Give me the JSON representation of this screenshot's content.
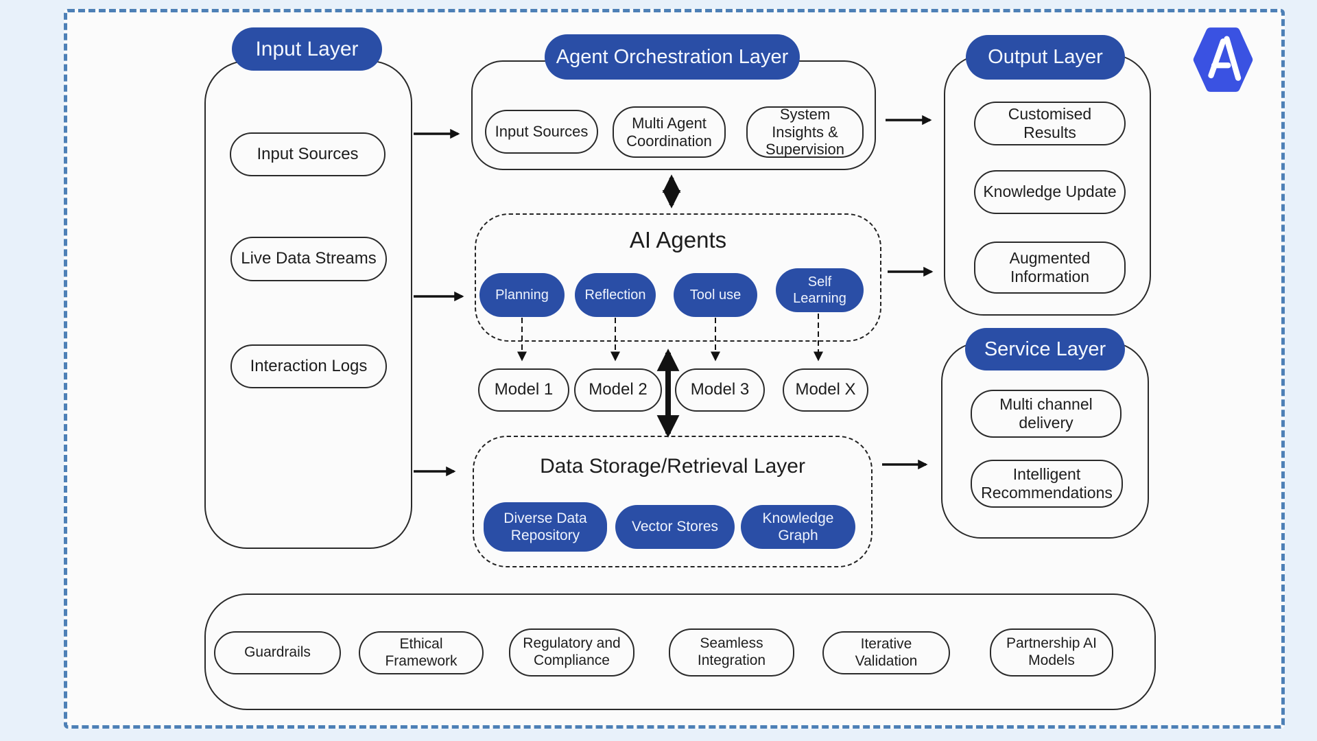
{
  "colors": {
    "accent_blue": "#2a4ea6",
    "logo_blue": "#3a52e2",
    "dashed_border_blue": "#4d80b6",
    "outer_background": "#e8f1fa",
    "inner_background": "#fbfbfb",
    "outline_dark": "#2a2a2a"
  },
  "input_layer": {
    "title": "Input Layer",
    "items": [
      "Input Sources",
      "Live Data Streams",
      "Interaction Logs"
    ]
  },
  "orchestration_layer": {
    "title": "Agent Orchestration Layer",
    "items": [
      "Input Sources",
      "Multi Agent Coordination",
      "System Insights & Supervision"
    ]
  },
  "ai_agents": {
    "title": "AI Agents",
    "capabilities": [
      "Planning",
      "Reflection",
      "Tool use",
      "Self Learning"
    ]
  },
  "models": [
    "Model 1",
    "Model 2",
    "Model 3",
    "Model X"
  ],
  "data_layer": {
    "title": "Data Storage/Retrieval Layer",
    "items": [
      "Diverse Data Repository",
      "Vector Stores",
      "Knowledge Graph"
    ]
  },
  "output_layer": {
    "title": "Output Layer",
    "items": [
      "Customised Results",
      "Knowledge Update",
      "Augmented Information"
    ]
  },
  "service_layer": {
    "title": "Service Layer",
    "items": [
      "Multi channel delivery",
      "Intelligent Recommendations"
    ]
  },
  "foundation_layer": {
    "items": [
      "Guardrails",
      "Ethical Framework",
      "Regulatory and Compliance",
      "Seamless Integration",
      "Iterative Validation",
      "Partnership AI Models"
    ]
  }
}
